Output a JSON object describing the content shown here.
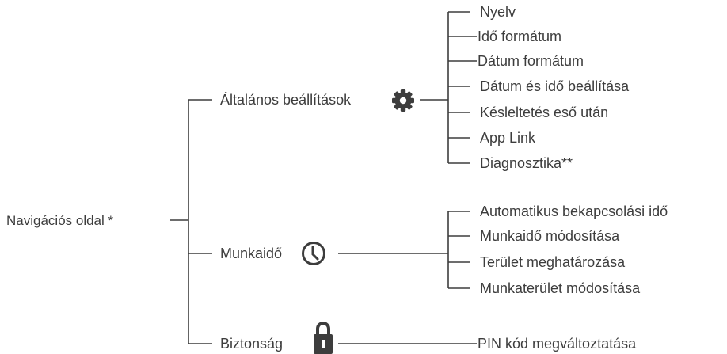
{
  "root": {
    "label": "Navigációs oldal *"
  },
  "categories": [
    {
      "label": "Általános beállítások",
      "icon": "gear-icon",
      "items": [
        "Nyelv",
        "Idő formátum",
        "Dátum formátum",
        "Dátum és idő beállítása",
        "Késleltetés eső után",
        "App Link",
        "Diagnosztika**"
      ]
    },
    {
      "label": "Munkaidő",
      "icon": "clock-icon",
      "items": [
        "Automatikus bekapcsolási idő",
        "Munkaidő módosítása",
        "Terület meghatározása",
        "Munkaterület módosítása"
      ]
    },
    {
      "label": "Biztonság",
      "icon": "lock-icon",
      "items": [
        "PIN kód megváltoztatása"
      ]
    }
  ],
  "colors": {
    "line": "#3d3d3d",
    "text": "#3d3d3d",
    "icon": "#3d3d3d"
  }
}
